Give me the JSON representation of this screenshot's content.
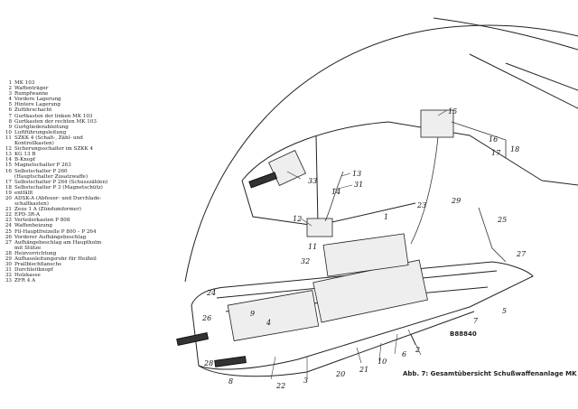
{
  "legend": {
    "items": [
      {
        "num": "1",
        "text": "MK 103"
      },
      {
        "num": "2",
        "text": "Waffenträger"
      },
      {
        "num": "3",
        "text": "Rumpfwanne"
      },
      {
        "num": "4",
        "text": "Vordere Lagerung"
      },
      {
        "num": "5",
        "text": "Hintere Lagerung"
      },
      {
        "num": "6",
        "text": "Zuführschacht"
      },
      {
        "num": "7",
        "text": "Gurtkasten der linken MK 103"
      },
      {
        "num": "8",
        "text": "Gurtkasten der rechten MK 103"
      },
      {
        "num": "9",
        "text": "Gurtgliederableitung"
      },
      {
        "num": "10",
        "text": "Luftführungsleitung"
      },
      {
        "num": "11",
        "text": "SZKK 4 (Schalt-, Zähl- und"
      },
      {
        "num": "",
        "text": "Kontrollkasten)"
      },
      {
        "num": "12",
        "text": "Sicherungsschalter im SZKK 4"
      },
      {
        "num": "13",
        "text": "KG 13 B"
      },
      {
        "num": "14",
        "text": "B-Knopf"
      },
      {
        "num": "15",
        "text": "Magnetschalter P 263"
      },
      {
        "num": "16",
        "text": "Selbstschalter P 260"
      },
      {
        "num": "",
        "text": "(Hauptschalter Zusatzwaffe)"
      },
      {
        "num": "17",
        "text": "Selbstschalter P 264 (Schusszählen)"
      },
      {
        "num": "18",
        "text": "Selbstschalter P 3 (Magnetschütz)"
      },
      {
        "num": "19",
        "text": "entfällt"
      },
      {
        "num": "20",
        "text": "ADSK-A (Abfeuer- und Durchlade-"
      },
      {
        "num": "",
        "text": "schaltkasten)"
      },
      {
        "num": "21",
        "text": "Zeus 1 A (Zündumformer)"
      },
      {
        "num": "22",
        "text": "EPD-3R-A"
      },
      {
        "num": "23",
        "text": "Verteilerkasten P 808"
      },
      {
        "num": "24",
        "text": "Waffenheizung"
      },
      {
        "num": "25",
        "text": "Fil-Hauptfreizelle P 800 – P 264"
      },
      {
        "num": "26",
        "text": "Vorderer Aufhängebeschlag"
      },
      {
        "num": "27",
        "text": "Aufhängebeschlag am Hauptholm"
      },
      {
        "num": "",
        "text": "mit Stütze"
      },
      {
        "num": "28",
        "text": "Heizvorrichtung"
      },
      {
        "num": "29",
        "text": "Aufhausleitungsrohr für Heißeil"
      },
      {
        "num": "30",
        "text": "Prallblechflanschs"
      },
      {
        "num": "31",
        "text": "Durchleitknopf"
      },
      {
        "num": "32",
        "text": "Holzkasse"
      },
      {
        "num": "33",
        "text": "ZFR 4 A"
      }
    ]
  },
  "callouts": [
    "1",
    "2",
    "3",
    "4",
    "5",
    "6",
    "7",
    "8",
    "9",
    "10",
    "11",
    "12",
    "13",
    "14",
    "15",
    "16",
    "17",
    "18",
    "20",
    "21",
    "22",
    "23",
    "24",
    "25",
    "26",
    "27",
    "28",
    "29",
    "31",
    "32",
    "33"
  ],
  "stamp": "B88840",
  "caption": "Abb. 7: Gesamtübersicht Schußwaffenanlage MK 103"
}
